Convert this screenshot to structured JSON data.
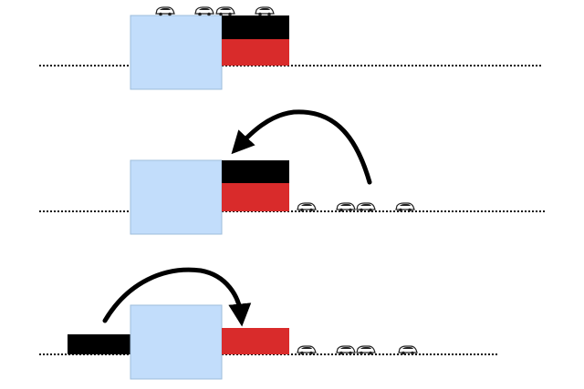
{
  "colors": {
    "background": "#ffffff",
    "block": "#c2ddfb",
    "block_stroke": "#9ebddb",
    "black_layer": "#000000",
    "red_layer": "#d92b2b",
    "ground_line": "#111111",
    "arrow": "#000000",
    "car_body": "#ffffff",
    "car_outline": "#222222"
  },
  "panels": [
    {
      "id": "panel-1",
      "black_layer_position": "on-top-of-red-layer",
      "cars": {
        "location": "on-top-of-layers",
        "count": 4,
        "icon": "car-icon"
      },
      "arrow": null
    },
    {
      "id": "panel-2",
      "black_layer_position": "on-top-of-red-layer",
      "cars": {
        "location": "on-ground-line",
        "count": 4,
        "icon": "car-icon"
      },
      "arrow": {
        "direction": "from-ground-right-to-black-layer",
        "icon": "curved-arrow-icon"
      }
    },
    {
      "id": "panel-3",
      "black_layer_position": "moved-to-left-of-block",
      "cars": {
        "location": "on-ground-line",
        "count": 4,
        "icon": "car-icon"
      },
      "arrow": {
        "direction": "from-black-layer-to-red-layer",
        "icon": "curved-arrow-icon"
      }
    }
  ]
}
